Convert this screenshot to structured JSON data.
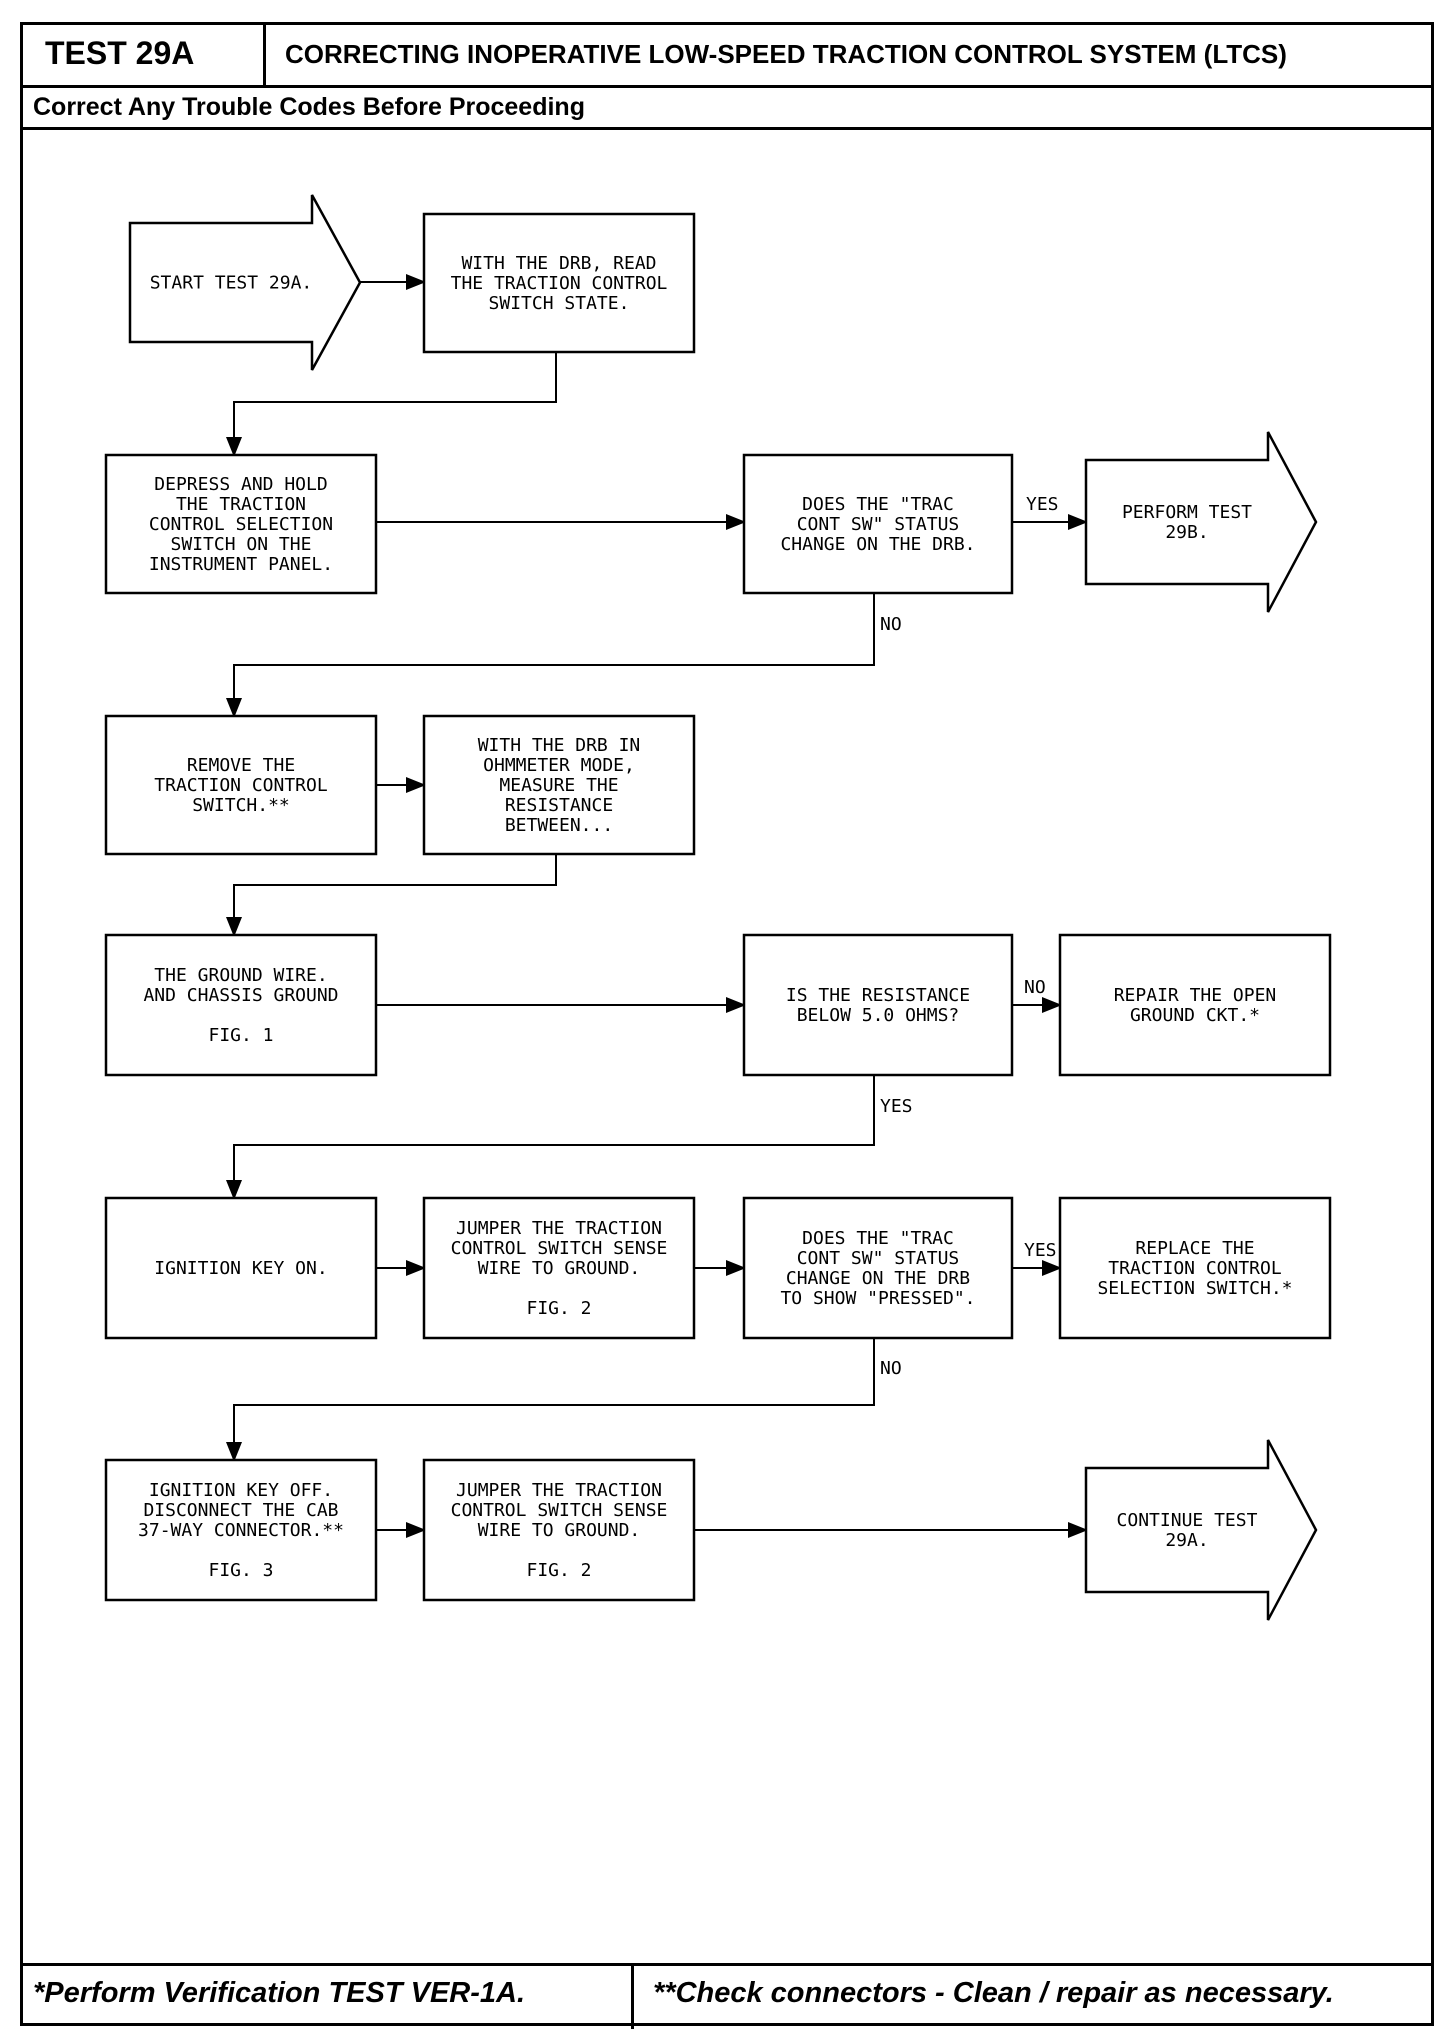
{
  "header": {
    "test_id": "TEST 29A",
    "title": "CORRECTING INOPERATIVE LOW-SPEED TRACTION CONTROL SYSTEM (LTCS)",
    "subtitle": "Correct Any Trouble Codes Before Proceeding"
  },
  "footer": {
    "note1": "*Perform Verification TEST VER-1A.",
    "note2": "**Check connectors - Clean / repair as necessary."
  },
  "nodes": [
    {
      "id": "start",
      "lines": [
        "START TEST 29A."
      ]
    },
    {
      "id": "read-switch",
      "lines": [
        "WITH THE DRB, READ",
        "THE TRACTION CONTROL",
        "SWITCH STATE."
      ]
    },
    {
      "id": "depress-hold",
      "lines": [
        "DEPRESS AND HOLD",
        "THE TRACTION",
        "CONTROL SELECTION",
        "SWITCH ON THE",
        "INSTRUMENT PANEL."
      ]
    },
    {
      "id": "q-status-change",
      "lines": [
        "DOES THE \"TRAC",
        "CONT SW\" STATUS",
        "CHANGE ON THE DRB."
      ]
    },
    {
      "id": "perform-29b",
      "lines": [
        "PERFORM TEST",
        "29B."
      ]
    },
    {
      "id": "remove-switch",
      "lines": [
        "REMOVE THE",
        "TRACTION CONTROL",
        "SWITCH.**"
      ]
    },
    {
      "id": "ohmmeter",
      "lines": [
        "WITH THE DRB IN",
        "OHMMETER MODE,",
        "MEASURE THE",
        "RESISTANCE",
        "BETWEEN..."
      ]
    },
    {
      "id": "ground-wire",
      "lines": [
        "THE GROUND WIRE.",
        "AND CHASSIS GROUND",
        "",
        "FIG. 1"
      ]
    },
    {
      "id": "q-resistance",
      "lines": [
        "IS THE RESISTANCE",
        "BELOW 5.0 OHMS?"
      ]
    },
    {
      "id": "repair-ground",
      "lines": [
        "REPAIR THE OPEN",
        "GROUND CKT.*"
      ]
    },
    {
      "id": "ignition-on",
      "lines": [
        "IGNITION KEY ON."
      ]
    },
    {
      "id": "jumper-1",
      "lines": [
        "JUMPER THE TRACTION",
        "CONTROL SWITCH SENSE",
        "WIRE TO GROUND.",
        "",
        "FIG. 2"
      ]
    },
    {
      "id": "q-pressed",
      "lines": [
        "DOES THE \"TRAC",
        "CONT SW\" STATUS",
        "CHANGE ON THE DRB",
        "TO SHOW \"PRESSED\"."
      ]
    },
    {
      "id": "replace-switch",
      "lines": [
        "REPLACE THE",
        "TRACTION CONTROL",
        "SELECTION SWITCH.*"
      ]
    },
    {
      "id": "ignition-off",
      "lines": [
        "IGNITION KEY OFF.",
        "DISCONNECT THE CAB",
        "37-WAY CONNECTOR.**",
        "",
        "FIG. 3"
      ]
    },
    {
      "id": "jumper-2",
      "lines": [
        "JUMPER THE TRACTION",
        "CONTROL SWITCH SENSE",
        "WIRE TO GROUND.",
        "",
        "FIG. 2"
      ]
    },
    {
      "id": "continue-29a",
      "lines": [
        "CONTINUE TEST",
        "29A."
      ]
    }
  ],
  "edges": [
    {
      "from": "start",
      "to": "read-switch",
      "label": ""
    },
    {
      "from": "read-switch",
      "to": "depress-hold",
      "label": ""
    },
    {
      "from": "depress-hold",
      "to": "q-status-change",
      "label": ""
    },
    {
      "from": "q-status-change",
      "to": "perform-29b",
      "label": "YES"
    },
    {
      "from": "q-status-change",
      "to": "remove-switch",
      "label": "NO"
    },
    {
      "from": "remove-switch",
      "to": "ohmmeter",
      "label": ""
    },
    {
      "from": "ohmmeter",
      "to": "ground-wire",
      "label": ""
    },
    {
      "from": "ground-wire",
      "to": "q-resistance",
      "label": ""
    },
    {
      "from": "q-resistance",
      "to": "repair-ground",
      "label": "NO"
    },
    {
      "from": "q-resistance",
      "to": "ignition-on",
      "label": "YES"
    },
    {
      "from": "ignition-on",
      "to": "jumper-1",
      "label": ""
    },
    {
      "from": "jumper-1",
      "to": "q-pressed",
      "label": ""
    },
    {
      "from": "q-pressed",
      "to": "replace-switch",
      "label": "YES"
    },
    {
      "from": "q-pressed",
      "to": "ignition-off",
      "label": "NO"
    },
    {
      "from": "ignition-off",
      "to": "jumper-2",
      "label": ""
    },
    {
      "from": "jumper-2",
      "to": "continue-29a",
      "label": ""
    }
  ]
}
